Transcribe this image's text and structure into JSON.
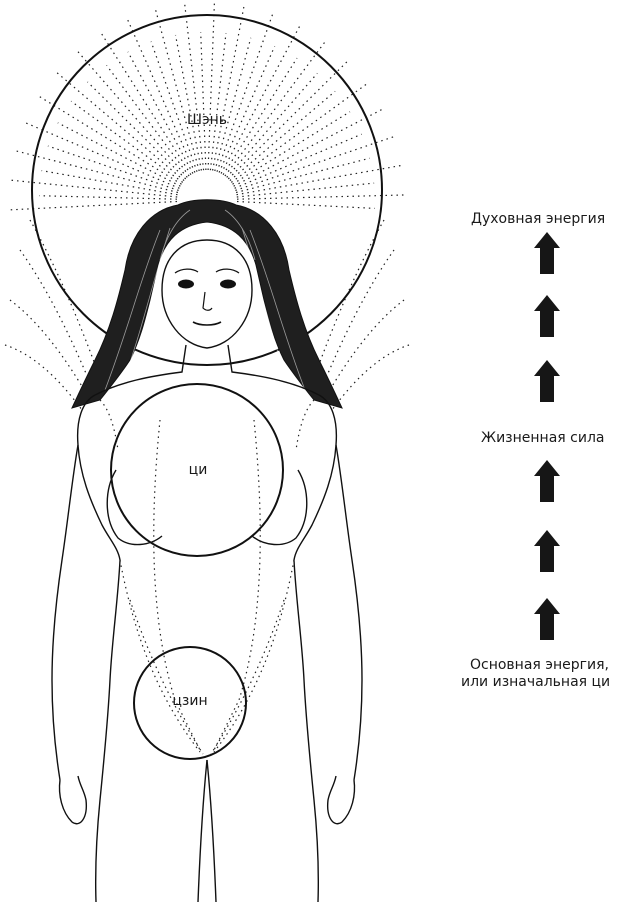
{
  "centers": {
    "shen": "Шэнь",
    "qi": "ци",
    "jing": "цзин"
  },
  "legend": {
    "top": "Духовная энергия",
    "middle": "Жизненная сила",
    "bottom_line1": "Основная энергия,",
    "bottom_line2": "или изначальная ци"
  }
}
